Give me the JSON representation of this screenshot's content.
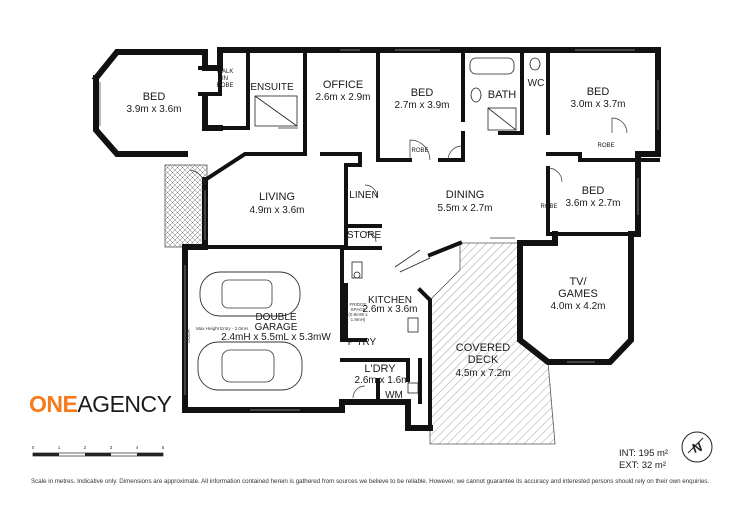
{
  "rooms": {
    "bed1": {
      "name": "BED",
      "dims": "3.9m x 3.6m"
    },
    "walk_in_robe": {
      "line1": "WALK",
      "line2": "IN",
      "line3": "ROBE"
    },
    "ensuite": {
      "name": "ENSUITE"
    },
    "office": {
      "name": "OFFICE",
      "dims": "2.6m x 2.9m"
    },
    "bed2": {
      "name": "BED",
      "dims": "2.7m x 3.9m",
      "robe": "ROBE"
    },
    "bath": {
      "name": "BATH"
    },
    "wc": {
      "name": "WC"
    },
    "bed3": {
      "name": "BED",
      "dims": "3.0m x 3.7m",
      "robe": "ROBE"
    },
    "living": {
      "name": "LIVING",
      "dims": "4.9m x 3.6m"
    },
    "dining": {
      "name": "DINING",
      "dims": "5.5m x 2.7m"
    },
    "bed4": {
      "name": "BED",
      "dims": "3.6m x 2.7m",
      "robe": "ROBE"
    },
    "linen": {
      "name": "LINEN"
    },
    "store": {
      "name": "STORE"
    },
    "garage": {
      "name": "DOUBLE",
      "name2": "GARAGE",
      "dims": "2.4mH x 5.5mL x 5.3mW",
      "height_note": "Max Height Entry - 2.0mH",
      "door_label": "DOOR"
    },
    "fridge": {
      "line1": "FRIDGE",
      "line2": "SPACE",
      "line3": "(0.8mW x",
      "line4": "1.9mH)"
    },
    "kitchen": {
      "name": "KITCHEN",
      "dims": "2.6m x 3.6m"
    },
    "pantry": {
      "name": "P'TRY"
    },
    "laundry": {
      "name": "L'DRY",
      "dims": "2.6m x 1.6m",
      "wm": "WM"
    },
    "deck": {
      "name": "COVERED",
      "name2": "DECK",
      "dims": "4.5m x 7.2m"
    },
    "tv_games": {
      "name": "TV/",
      "name2": "GAMES",
      "dims": "4.0m x 4.2m"
    }
  },
  "brand": {
    "part1": "ONE",
    "part2": "AGENCY"
  },
  "areas": {
    "internal": "INT: 195 m²",
    "external": "EXT: 32 m²"
  },
  "scale": {
    "ticks": [
      "0",
      "1",
      "2",
      "3",
      "4",
      "5"
    ]
  },
  "compass": {
    "label": "N"
  },
  "disclaimer": "Scale in metres. Indicative only. Dimensions are approximate. All information contained herein is gathered from sources we believe to be reliable. However, we cannot guarantee its accuracy and interested persons should rely on their own enquiries."
}
